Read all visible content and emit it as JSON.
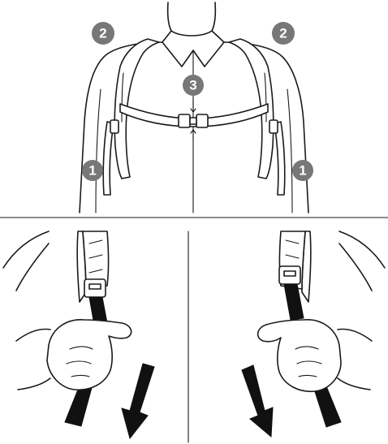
{
  "badges": [
    {
      "label": "1"
    },
    {
      "label": "1"
    },
    {
      "label": "2"
    },
    {
      "label": "2"
    },
    {
      "label": "3"
    }
  ],
  "colors": {
    "badge_fill": "#777777",
    "badge_text": "#ffffff",
    "ink": "#1a1a1a",
    "strap_black": "#111111"
  },
  "icons": [
    "arrow-down-left-icon",
    "arrow-down-right-icon",
    "sternum-buckle-icon",
    "adjust-arrows-icon"
  ]
}
